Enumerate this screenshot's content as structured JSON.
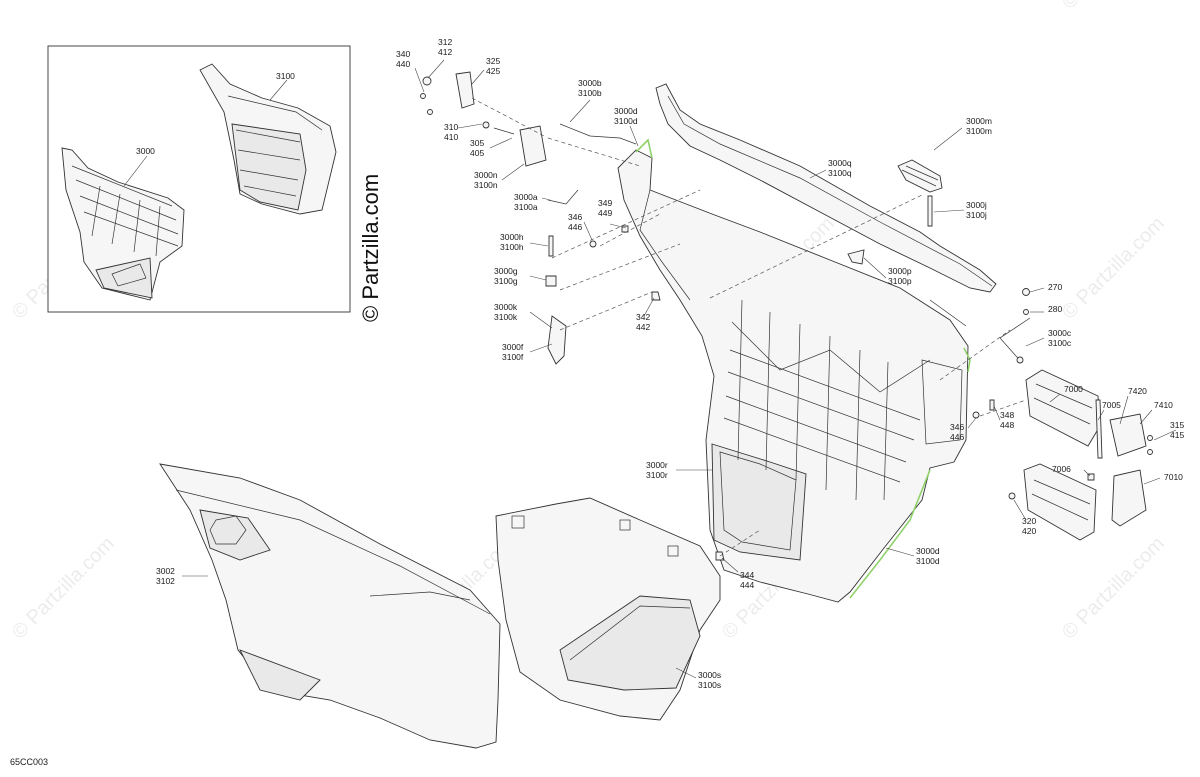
{
  "diagram_code": "65CC003",
  "brand_text": "© Partzilla.com",
  "watermark_text": "© Partzilla.com",
  "colors": {
    "line": "#333333",
    "seal_highlight": "#8fd16a",
    "watermark": "#ececec",
    "background": "#ffffff"
  },
  "inset_labels": {
    "left": "3000",
    "right": "3100"
  },
  "labels": [
    {
      "id": "l-340",
      "text": [
        "340",
        "440"
      ]
    },
    {
      "id": "l-312",
      "text": [
        "312",
        "412"
      ]
    },
    {
      "id": "l-325",
      "text": [
        "325",
        "425"
      ]
    },
    {
      "id": "l-310",
      "text": [
        "310",
        "410"
      ]
    },
    {
      "id": "l-305",
      "text": [
        "305",
        "405"
      ]
    },
    {
      "id": "l-3000b",
      "text": [
        "3000b",
        "3100b"
      ]
    },
    {
      "id": "l-3000d-top",
      "text": [
        "3000d",
        "3100d"
      ]
    },
    {
      "id": "l-3000n",
      "text": [
        "3000n",
        "3100n"
      ]
    },
    {
      "id": "l-3000a",
      "text": [
        "3000a",
        "3100a"
      ]
    },
    {
      "id": "l-346-top",
      "text": [
        "346",
        "446"
      ]
    },
    {
      "id": "l-349",
      "text": [
        "349",
        "449"
      ]
    },
    {
      "id": "l-3000h",
      "text": [
        "3000h",
        "3100h"
      ]
    },
    {
      "id": "l-3000g",
      "text": [
        "3000g",
        "3100g"
      ]
    },
    {
      "id": "l-3000k",
      "text": [
        "3000k",
        "3100k"
      ]
    },
    {
      "id": "l-342",
      "text": [
        "342",
        "442"
      ]
    },
    {
      "id": "l-3000f",
      "text": [
        "3000f",
        "3100f"
      ]
    },
    {
      "id": "l-3000m",
      "text": [
        "3000m",
        "3100m"
      ]
    },
    {
      "id": "l-3000q",
      "text": [
        "3000q",
        "3100q"
      ]
    },
    {
      "id": "l-3000j",
      "text": [
        "3000j",
        "3100j"
      ]
    },
    {
      "id": "l-3000p",
      "text": [
        "3000p",
        "3100p"
      ]
    },
    {
      "id": "l-270",
      "text": [
        "270"
      ]
    },
    {
      "id": "l-280",
      "text": [
        "280"
      ]
    },
    {
      "id": "l-3000c",
      "text": [
        "3000c",
        "3100c"
      ]
    },
    {
      "id": "l-7000",
      "text": [
        "7000"
      ]
    },
    {
      "id": "l-7005",
      "text": [
        "7005"
      ]
    },
    {
      "id": "l-7420",
      "text": [
        "7420"
      ]
    },
    {
      "id": "l-7410",
      "text": [
        "7410"
      ]
    },
    {
      "id": "l-348",
      "text": [
        "348",
        "448"
      ]
    },
    {
      "id": "l-346-right",
      "text": [
        "346",
        "446"
      ]
    },
    {
      "id": "l-315",
      "text": [
        "315",
        "415"
      ]
    },
    {
      "id": "l-7006",
      "text": [
        "7006"
      ]
    },
    {
      "id": "l-7010",
      "text": [
        "7010"
      ]
    },
    {
      "id": "l-320",
      "text": [
        "320",
        "420"
      ]
    },
    {
      "id": "l-3000r",
      "text": [
        "3000r",
        "3100r"
      ]
    },
    {
      "id": "l-3000d-bottom",
      "text": [
        "3000d",
        "3100d"
      ]
    },
    {
      "id": "l-3002",
      "text": [
        "3002",
        "3102"
      ]
    },
    {
      "id": "l-344",
      "text": [
        "344",
        "444"
      ]
    },
    {
      "id": "l-3000s",
      "text": [
        "3000s",
        "3100s"
      ]
    }
  ]
}
